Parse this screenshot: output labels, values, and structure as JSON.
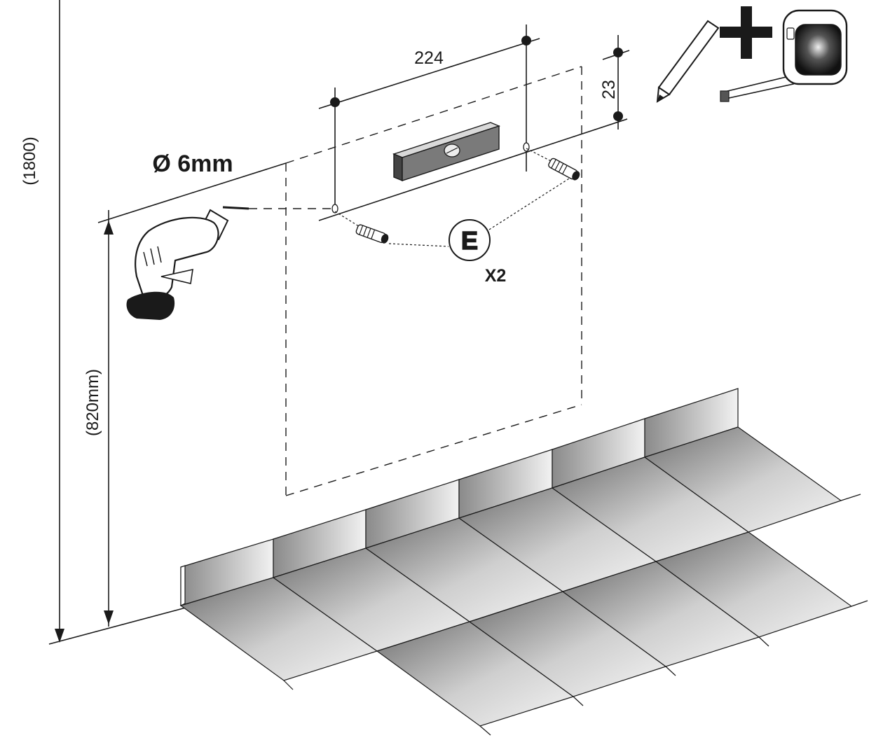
{
  "dimensions": {
    "total_height": "(1800)",
    "mount_height": "(820mm)",
    "hole_spacing": "224",
    "vertical_offset": "23"
  },
  "drill": {
    "diameter_label": "Ø 6mm"
  },
  "fixings": {
    "part_letter": "E",
    "quantity": "X2"
  },
  "icons": [
    "drill-icon",
    "pencil-icon",
    "plus-icon",
    "tape-measure-icon",
    "spirit-level-icon",
    "wall-plug-icon"
  ]
}
